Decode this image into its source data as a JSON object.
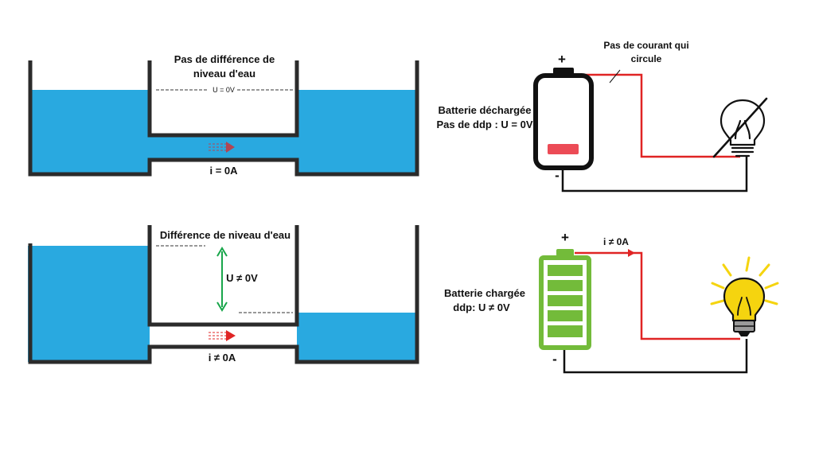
{
  "colors": {
    "water": "#29a9e0",
    "vessel": "#2b2b2b",
    "wire_red": "#e02424",
    "wire_black": "#111111",
    "battery_empty_outline": "#111111",
    "battery_low_level": "#ec4b56",
    "battery_full": "#73bb3a",
    "arrow_green": "#19a64b",
    "arrow_red": "#e02424",
    "bulb_on": "#f5d40f"
  },
  "top_row": {
    "water": {
      "title_line1": "Pas de différence de",
      "title_line2": "niveau d'eau",
      "voltage_label": "U = 0V",
      "current_label": "i = 0A"
    },
    "circuit": {
      "plus": "+",
      "minus": "-",
      "wire_label_line1": "Pas de courant qui",
      "wire_label_line2": "circule",
      "battery_label_line1": "Batterie déchargée",
      "battery_label_line2": "Pas de ddp : U = 0V",
      "battery_icon": "battery-empty-icon",
      "bulb_icon": "lightbulb-off-icon"
    }
  },
  "bottom_row": {
    "water": {
      "title": "Différence de niveau d'eau",
      "voltage_label": "U ≠ 0V",
      "current_label": "i ≠ 0A"
    },
    "circuit": {
      "plus": "+",
      "minus": "-",
      "current_label": "i ≠ 0A",
      "battery_label_line1": "Batterie chargée",
      "battery_label_line2": "ddp: U ≠ 0V",
      "battery_icon": "battery-full-icon",
      "bulb_icon": "lightbulb-on-icon"
    }
  }
}
